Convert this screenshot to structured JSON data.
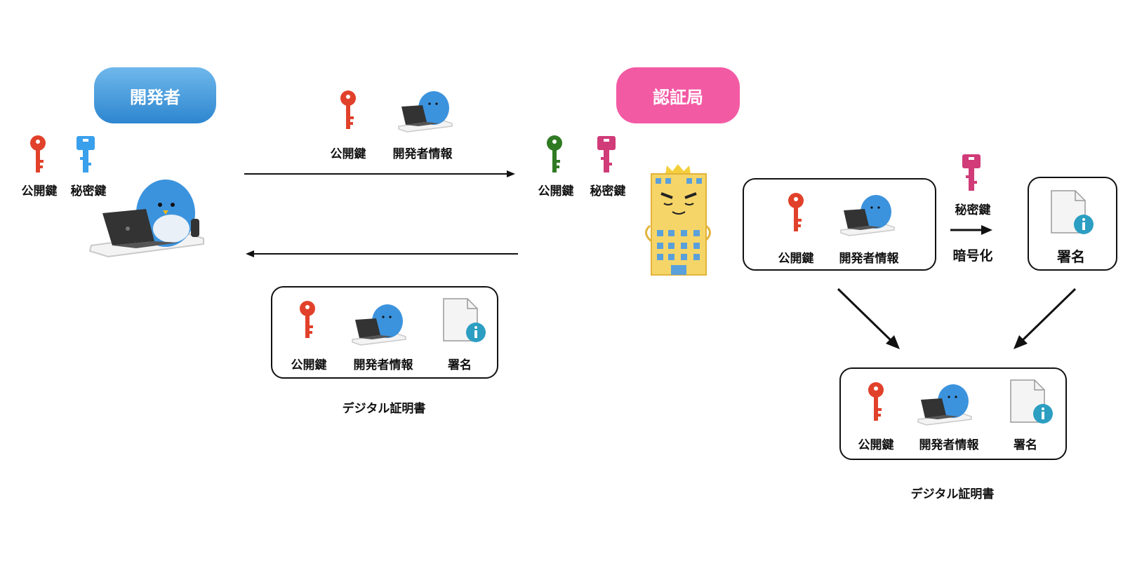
{
  "actors": {
    "developer": "開発者",
    "ca": "認証局"
  },
  "labels": {
    "public_key": "公開鍵",
    "private_key": "秘密鍵",
    "developer_info": "開発者情報",
    "signature": "署名",
    "digital_certificate": "デジタル証明書",
    "encrypt": "暗号化"
  },
  "colors": {
    "developer_accent": "#3c93dd",
    "ca_accent": "#f35aa4",
    "public_key_red": "#e1412a",
    "developer_private_key": "#3aa0ec",
    "ca_public_key": "#2f7a22",
    "ca_private_key": "#d03b78"
  }
}
